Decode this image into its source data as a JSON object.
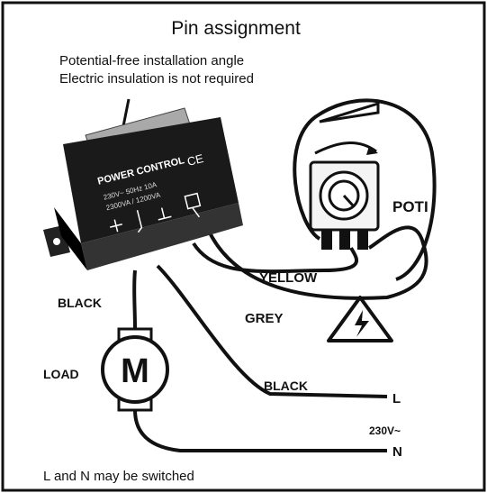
{
  "diagram": {
    "title": "Pin assignment",
    "note_line1": "Potential-free installation angle",
    "note_line2": "Electric insulation is not required",
    "device": {
      "name": "POWER CONTROL",
      "spec_line1": "230V~ 50Hz 10A",
      "spec_line2": "2300VA / 1200VA",
      "mark": "CE"
    },
    "wires": {
      "yellow": "YELLOW",
      "grey": "GREY",
      "black_top": "BLACK",
      "black_right": "BLACK"
    },
    "poti_label": "POTI",
    "load_label": "LOAD",
    "motor_symbol": "M",
    "terminal_l": "L",
    "terminal_n": "N",
    "voltage": "230V~",
    "footnote": "L and N may be switched"
  }
}
